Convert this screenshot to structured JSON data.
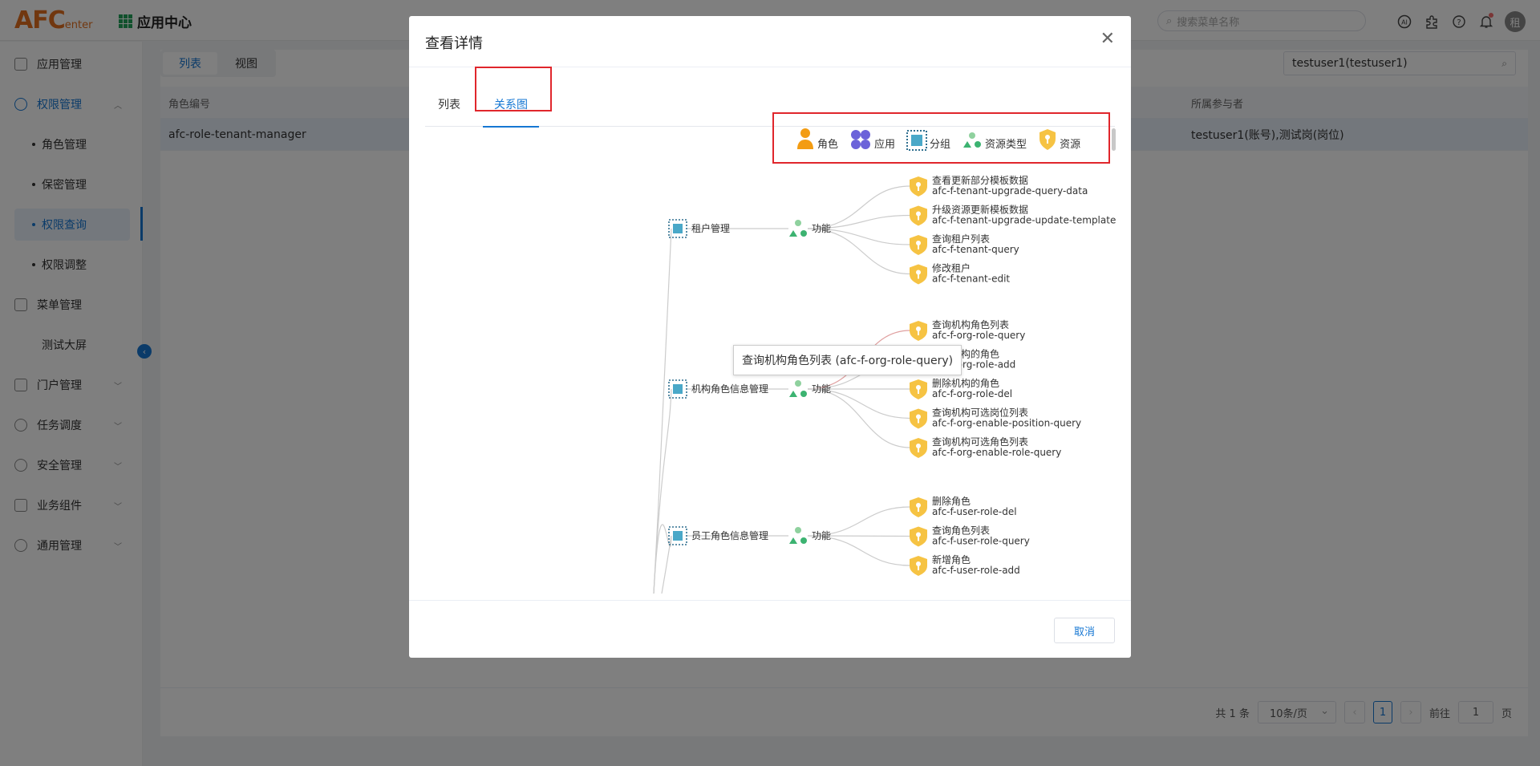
{
  "header": {
    "logo_main": "AFC",
    "logo_sub": "enter",
    "app_center": "应用中心",
    "search_placeholder": "搜索菜单名称",
    "avatar_text": "租"
  },
  "sidebar": {
    "items": [
      {
        "label": "应用管理"
      },
      {
        "label": "权限管理"
      },
      {
        "label": "角色管理"
      },
      {
        "label": "保密管理"
      },
      {
        "label": "权限查询"
      },
      {
        "label": "权限调整"
      },
      {
        "label": "菜单管理"
      },
      {
        "label": "测试大屏"
      },
      {
        "label": "门户管理"
      },
      {
        "label": "任务调度"
      },
      {
        "label": "安全管理"
      },
      {
        "label": "业务组件"
      },
      {
        "label": "通用管理"
      }
    ]
  },
  "main": {
    "tabs": [
      "列表",
      "视图"
    ],
    "user_filter": "testuser1(testuser1)",
    "columns": {
      "role_code": "角色编号",
      "participants": "所属参与者"
    },
    "row": {
      "role_code": "afc-role-tenant-manager",
      "participants": "testuser1(账号),测试岗(岗位)"
    },
    "pager": {
      "total": "共 1 条",
      "page_size": "10条/页",
      "current": "1",
      "goto_label": "前往",
      "goto_value": "1",
      "page_unit": "页"
    }
  },
  "modal": {
    "title": "查看详情",
    "tabs": [
      "列表",
      "关系图"
    ],
    "cancel_label": "取消",
    "legend": [
      "角色",
      "应用",
      "分组",
      "资源类型",
      "资源"
    ],
    "tooltip": "查询机构角色列表 (afc-f-org-role-query)",
    "groups": [
      {
        "name": "租户管理",
        "type_label": "功能",
        "resources": [
          {
            "name": "查看更新部分模板数据",
            "code": "afc-f-tenant-upgrade-query-data"
          },
          {
            "name": "升级资源更新模板数据",
            "code": "afc-f-tenant-upgrade-update-template"
          },
          {
            "name": "查询租户列表",
            "code": "afc-f-tenant-query"
          },
          {
            "name": "修改租户",
            "code": "afc-f-tenant-edit"
          }
        ]
      },
      {
        "name": "机构角色信息管理",
        "type_label": "功能",
        "resources": [
          {
            "name": "查询机构角色列表",
            "code": "afc-f-org-role-query"
          },
          {
            "name": "添加机构的角色",
            "code": "afc-f-org-role-add"
          },
          {
            "name": "删除机构的角色",
            "code": "afc-f-org-role-del"
          },
          {
            "name": "查询机构可选岗位列表",
            "code": "afc-f-org-enable-position-query"
          },
          {
            "name": "查询机构可选角色列表",
            "code": "afc-f-org-enable-role-query"
          }
        ]
      },
      {
        "name": "员工角色信息管理",
        "type_label": "功能",
        "resources": [
          {
            "name": "删除角色",
            "code": "afc-f-user-role-del"
          },
          {
            "name": "查询角色列表",
            "code": "afc-f-user-role-query"
          },
          {
            "name": "新增角色",
            "code": "afc-f-user-role-add"
          }
        ]
      }
    ]
  },
  "colors": {
    "accent": "#1677d3",
    "highlight_box": "#e0262c",
    "resource_icon": "#f6c343",
    "group_icon": "#4aa8c8",
    "type_icon": "#3cb371",
    "role_icon": "#f39c12",
    "app_icon": "#6c63d9"
  }
}
